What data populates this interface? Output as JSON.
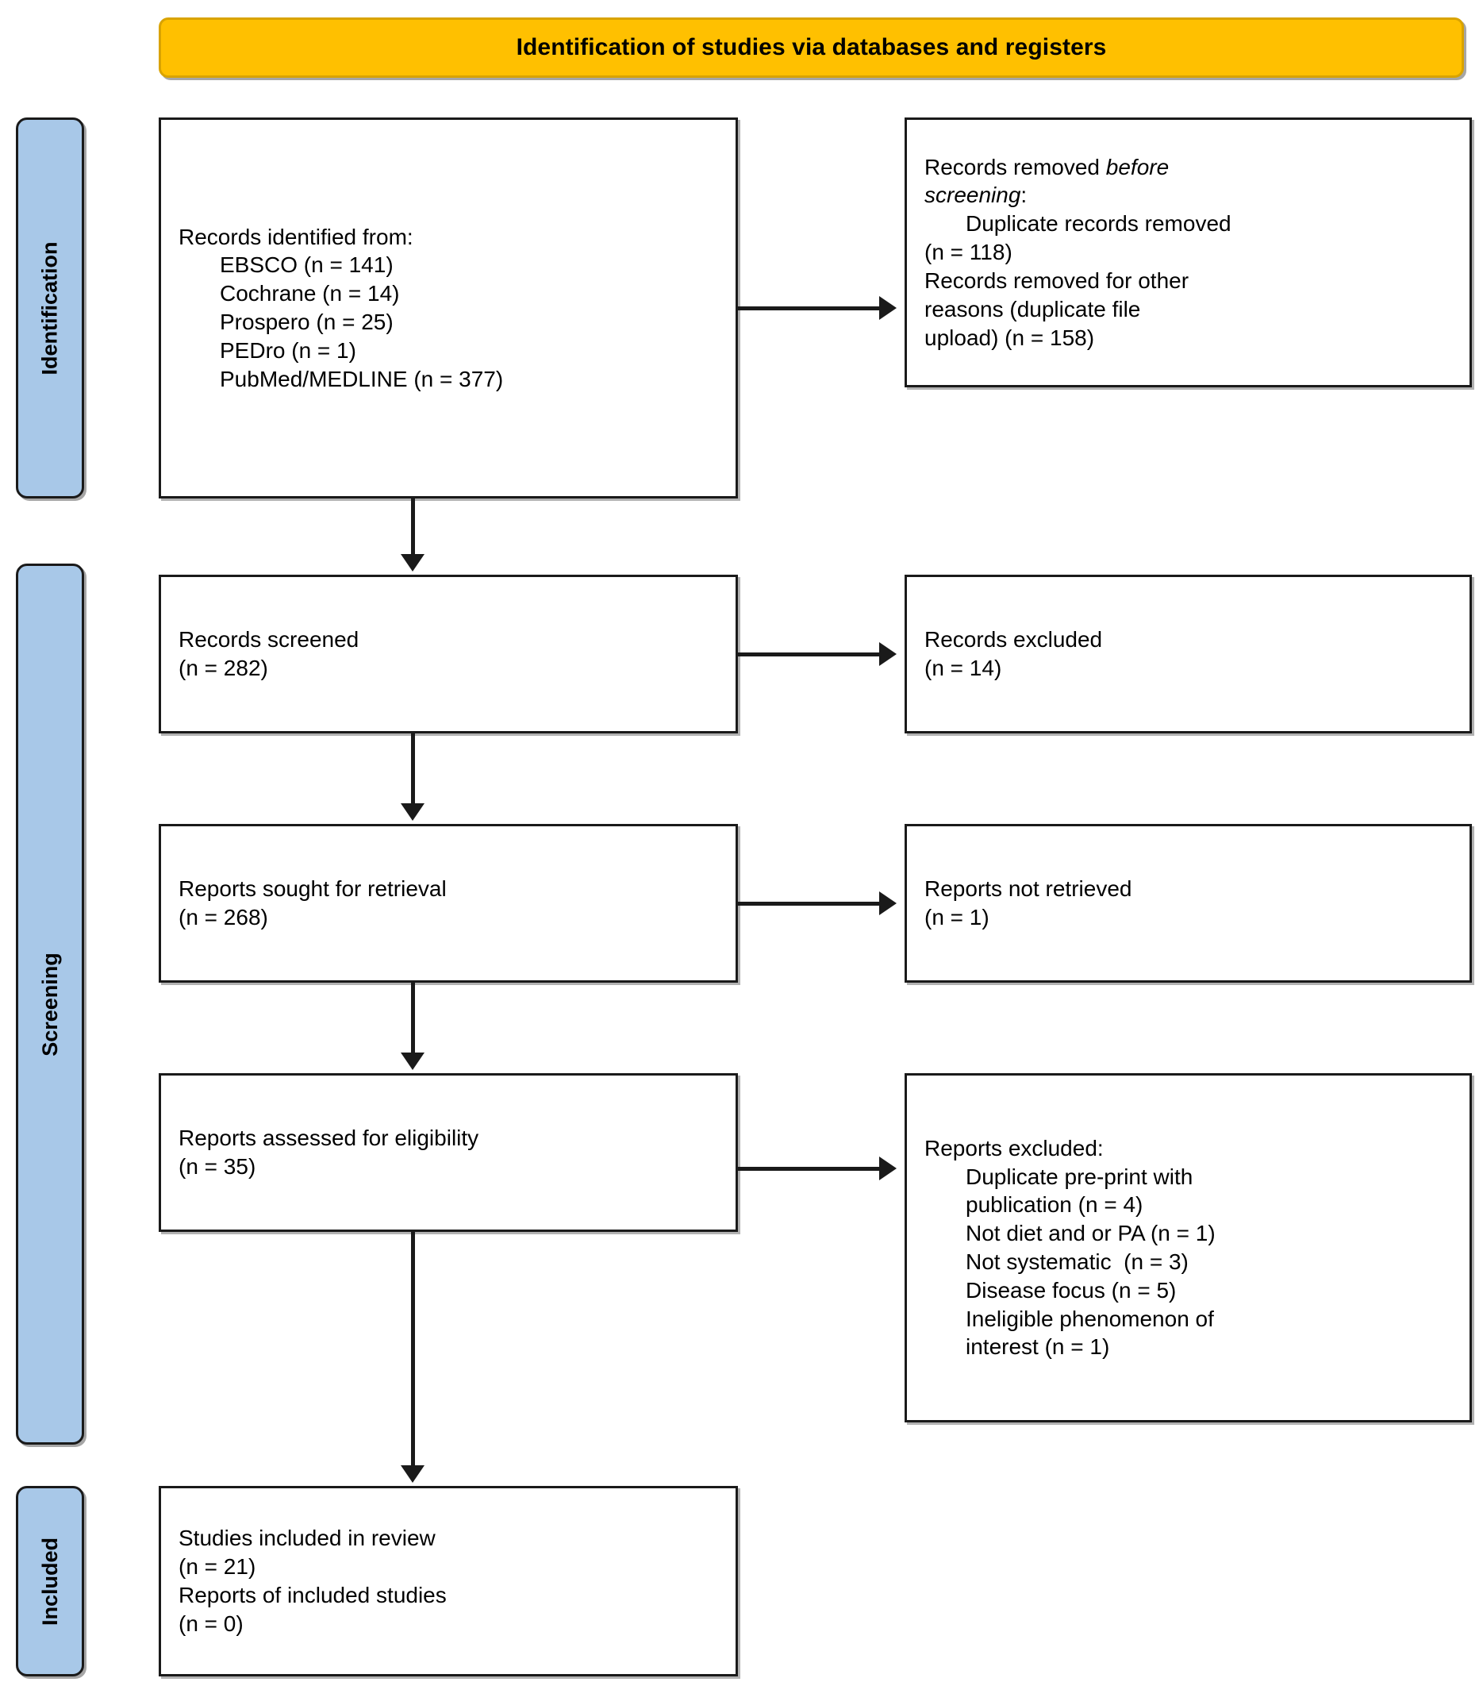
{
  "header": {
    "title": "Identification of studies via databases and registers"
  },
  "stages": [
    {
      "key": "identification",
      "label": "Identification"
    },
    {
      "key": "screening",
      "label": "Screening"
    },
    {
      "key": "included",
      "label": "Included"
    }
  ],
  "colors": {
    "header_fill": "#FFC000",
    "stage_fill": "#A8C8E8",
    "box_border": "#1A1A1A",
    "box_fill": "#FFFFFF",
    "connector": "#1A1A1A"
  },
  "boxes": {
    "identified": {
      "name": "records-identified",
      "lines": [
        {
          "text": "Records identified from:",
          "indent": false
        },
        {
          "text": "EBSCO (n = 141)",
          "indent": true
        },
        {
          "text": "Cochrane (n = 14)",
          "indent": true
        },
        {
          "text": "Prospero (n = 25)",
          "indent": true
        },
        {
          "text": "PEDro (n = 1)",
          "indent": true
        },
        {
          "text": "PubMed/MEDLINE (n = 377)",
          "indent": true
        }
      ]
    },
    "removed": {
      "name": "records-removed-before-screening",
      "lines": [
        {
          "text": "Records removed ",
          "italic_text": "before",
          "indent": false
        },
        {
          "text": "",
          "italic_text": "screening",
          "suffix": ":",
          "indent": false
        },
        {
          "text": "Duplicate records removed",
          "indent": true
        },
        {
          "text": "(n = 118)",
          "indent": false
        },
        {
          "text": "Records removed for other",
          "indent": false
        },
        {
          "text": "reasons (duplicate file",
          "indent": false
        },
        {
          "text": "upload) (n = 158)",
          "indent": false
        }
      ]
    },
    "screened": {
      "name": "records-screened",
      "lines": [
        {
          "text": "Records screened",
          "indent": false
        },
        {
          "text": "(n = 282)",
          "indent": false
        }
      ]
    },
    "excluded_records": {
      "name": "records-excluded",
      "lines": [
        {
          "text": "Records excluded",
          "indent": false
        },
        {
          "text": "(n = 14)",
          "indent": false
        }
      ]
    },
    "sought": {
      "name": "reports-sought-for-retrieval",
      "lines": [
        {
          "text": "Reports sought for retrieval",
          "indent": false
        },
        {
          "text": "(n = 268)",
          "indent": false
        }
      ]
    },
    "not_retrieved": {
      "name": "reports-not-retrieved",
      "lines": [
        {
          "text": "Reports not retrieved",
          "indent": false
        },
        {
          "text": "(n = 1)",
          "indent": false
        }
      ]
    },
    "assessed": {
      "name": "reports-assessed-for-eligibility",
      "lines": [
        {
          "text": "Reports assessed for eligibility",
          "indent": false
        },
        {
          "text": "(n = 35)",
          "indent": false
        }
      ]
    },
    "reports_excluded": {
      "name": "reports-excluded",
      "lines": [
        {
          "text": "Reports excluded:",
          "indent": false
        },
        {
          "text": "Duplicate pre-print with",
          "indent": true
        },
        {
          "text": "publication (n = 4)",
          "indent": true
        },
        {
          "text": "Not diet and or PA (n = 1)",
          "indent": true
        },
        {
          "text": "Not systematic  (n = 3)",
          "indent": true
        },
        {
          "text": "Disease focus (n = 5)",
          "indent": true
        },
        {
          "text": "Ineligible phenomenon of",
          "indent": true
        },
        {
          "text": "interest (n = 1)",
          "indent": true
        }
      ]
    },
    "included_final": {
      "name": "studies-included-in-review",
      "lines": [
        {
          "text": "Studies included in review",
          "indent": false
        },
        {
          "text": "(n = 21)",
          "indent": false
        },
        {
          "text": "Reports of included studies",
          "indent": false
        },
        {
          "text": "(n = 0)",
          "indent": false
        }
      ]
    }
  }
}
